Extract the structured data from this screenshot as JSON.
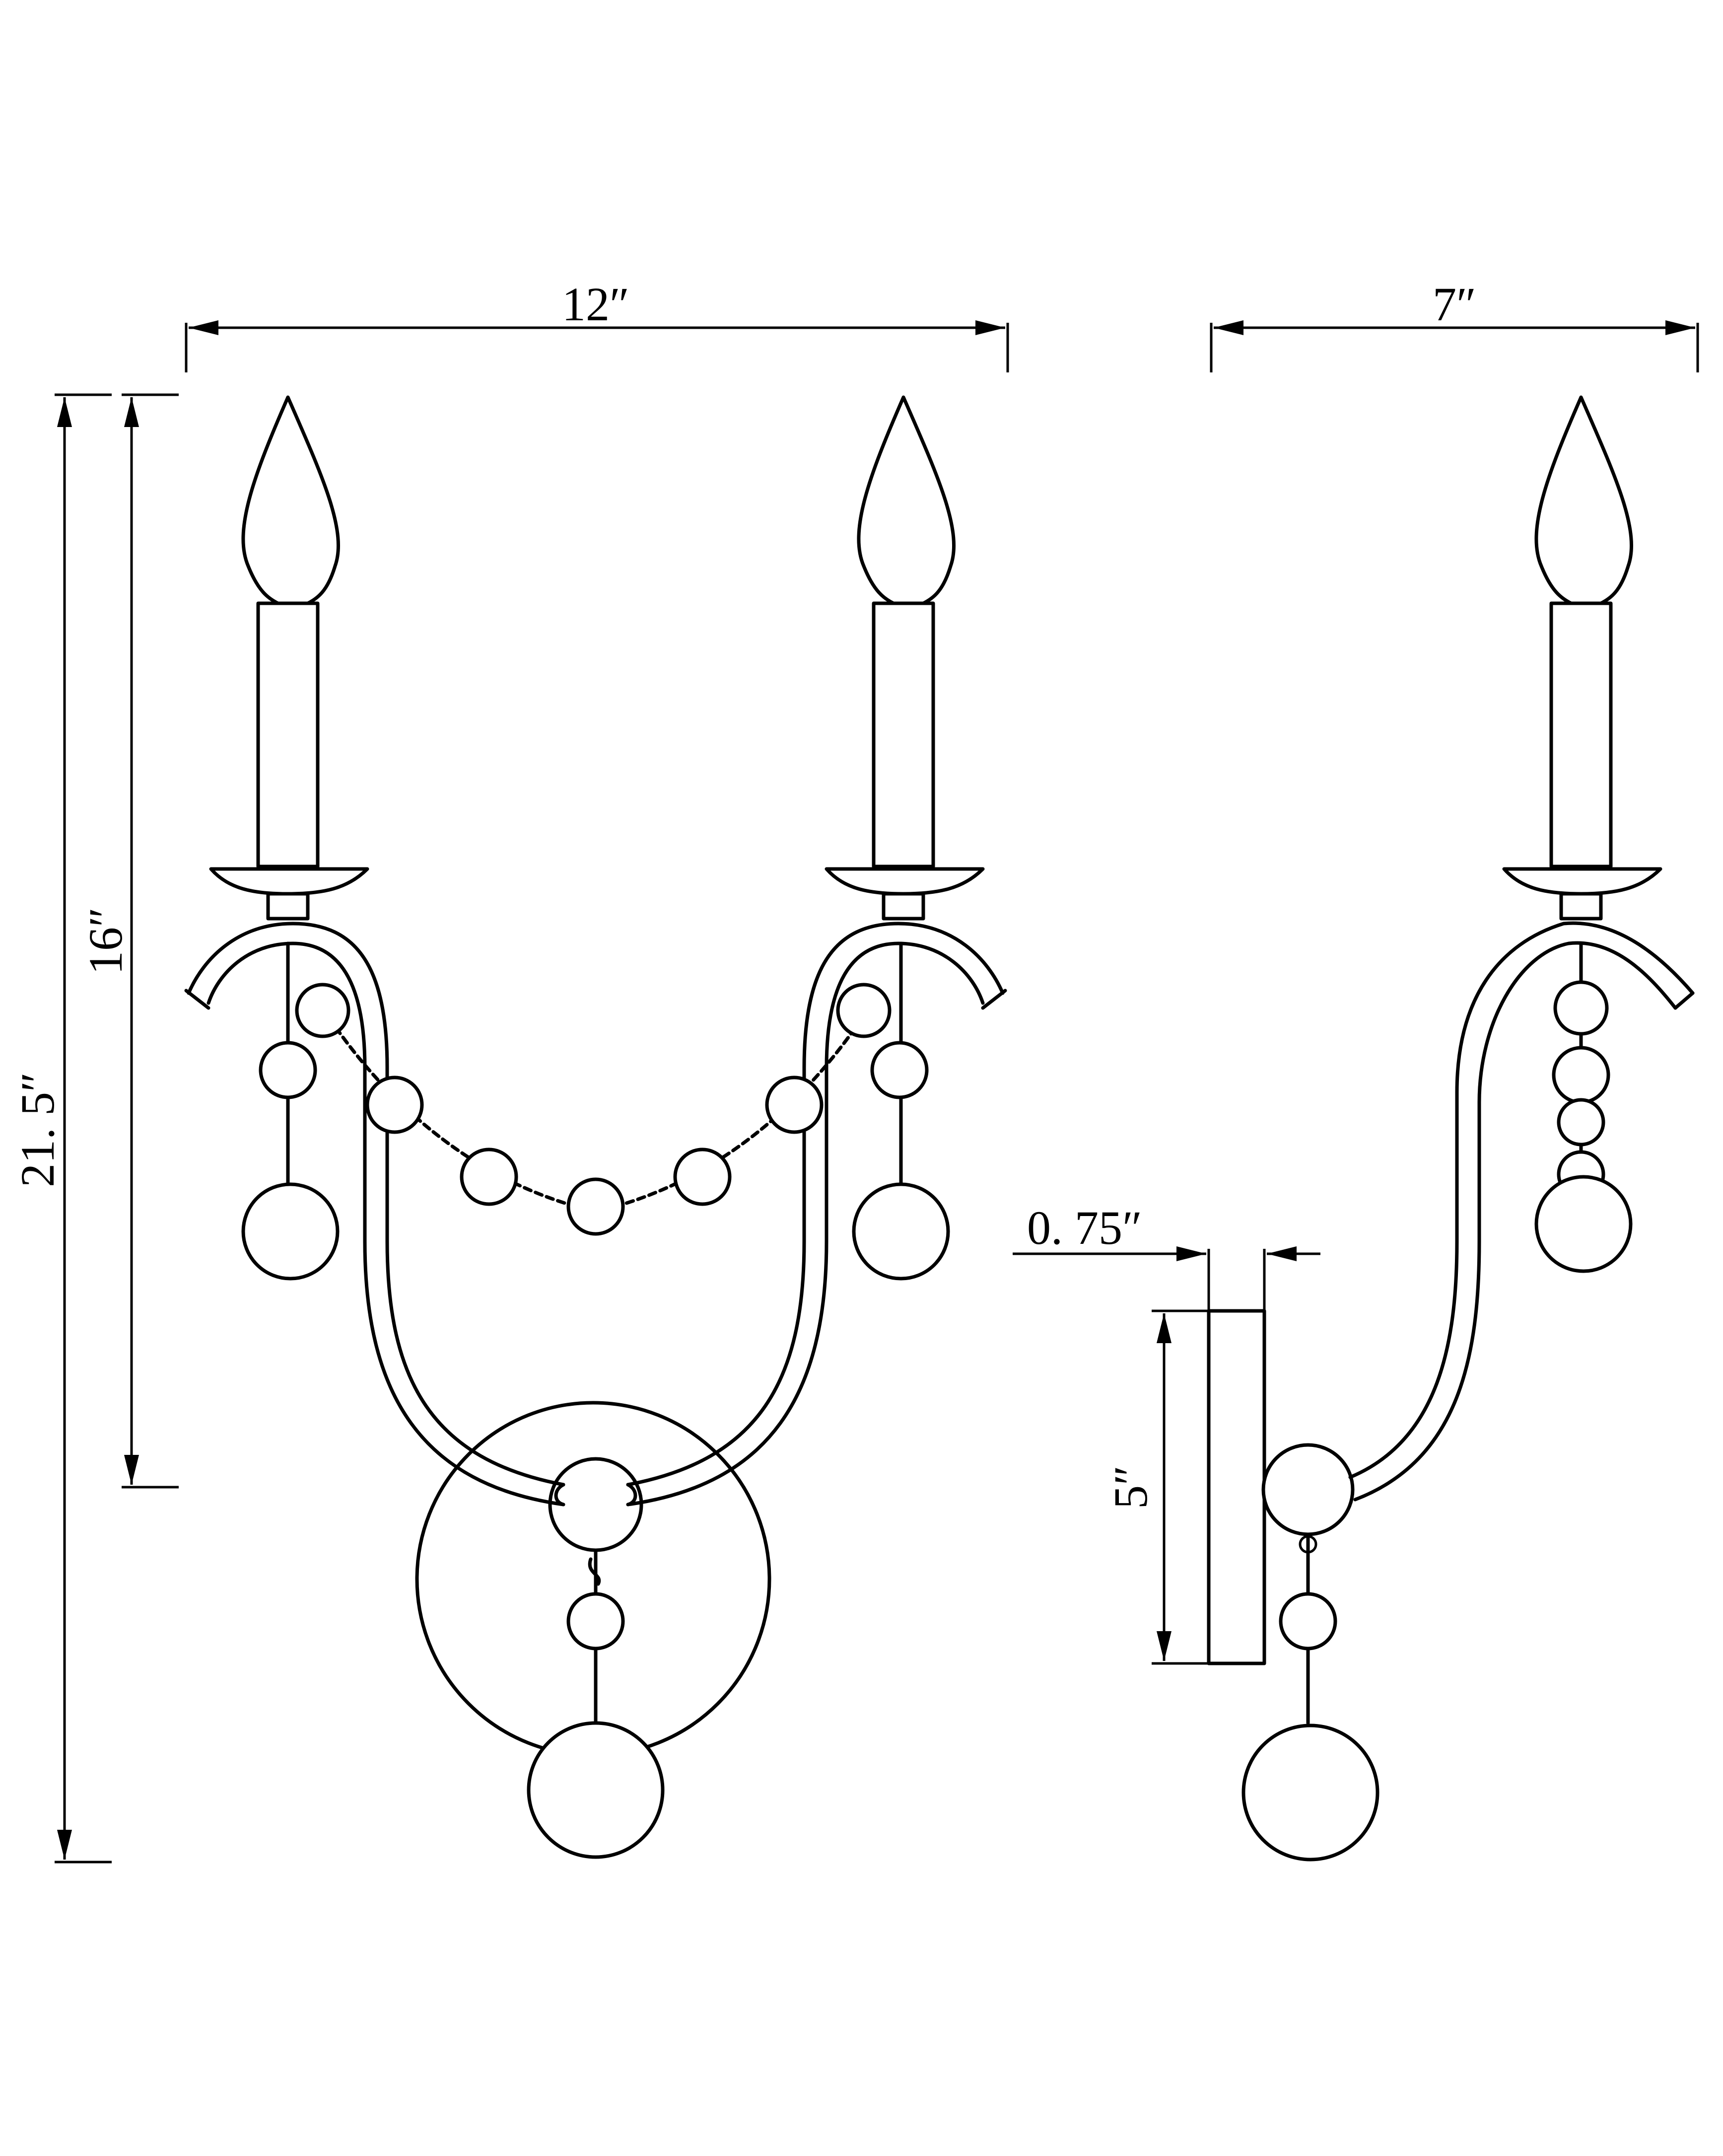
{
  "dimensions": {
    "front_width": "12″",
    "side_depth": "7″",
    "backplate_depth": "0. 75″",
    "backplate_height": "5″",
    "height_to_backplate": "16″",
    "overall_height": "21. 5″"
  }
}
